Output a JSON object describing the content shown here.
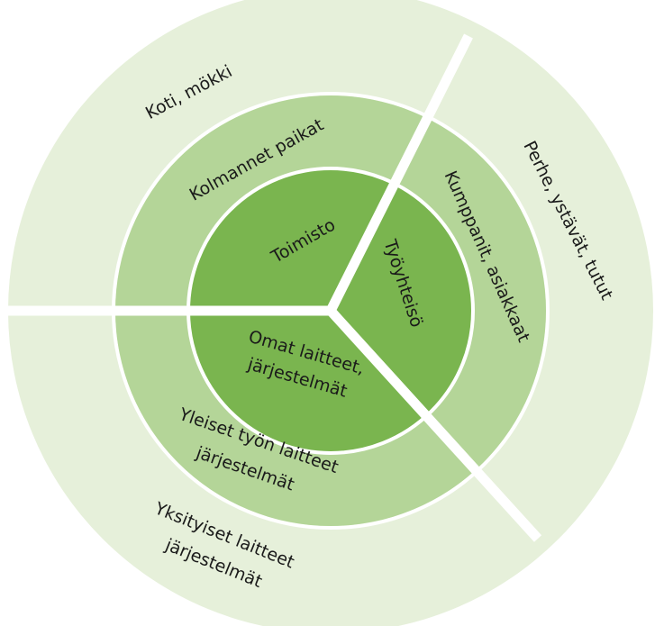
{
  "colors": {
    "outer_ring": "#e6f0da",
    "middle_ring": "#b4d598",
    "inner_circle": "#7ab54f",
    "separator": "#ffffff"
  },
  "rings": {
    "inner": {
      "sector_1": "Toimisto",
      "sector_2": "Työyhteisö",
      "sector_3_line1": "Omat laitteet,",
      "sector_3_line2": "järjestelmät"
    },
    "middle": {
      "sector_1": "Kolmannet paikat",
      "sector_2": "Kumppanit, asiakkaat",
      "sector_3_line1": "Yleiset työn laitteet",
      "sector_3_line2": "järjestelmät"
    },
    "outer": {
      "sector_1": "Koti, mökki",
      "sector_2": "Perhe, ystävät, tutut",
      "sector_3_line1": "Yksityiset laitteet",
      "sector_3_line2": "järjestelmät"
    }
  }
}
